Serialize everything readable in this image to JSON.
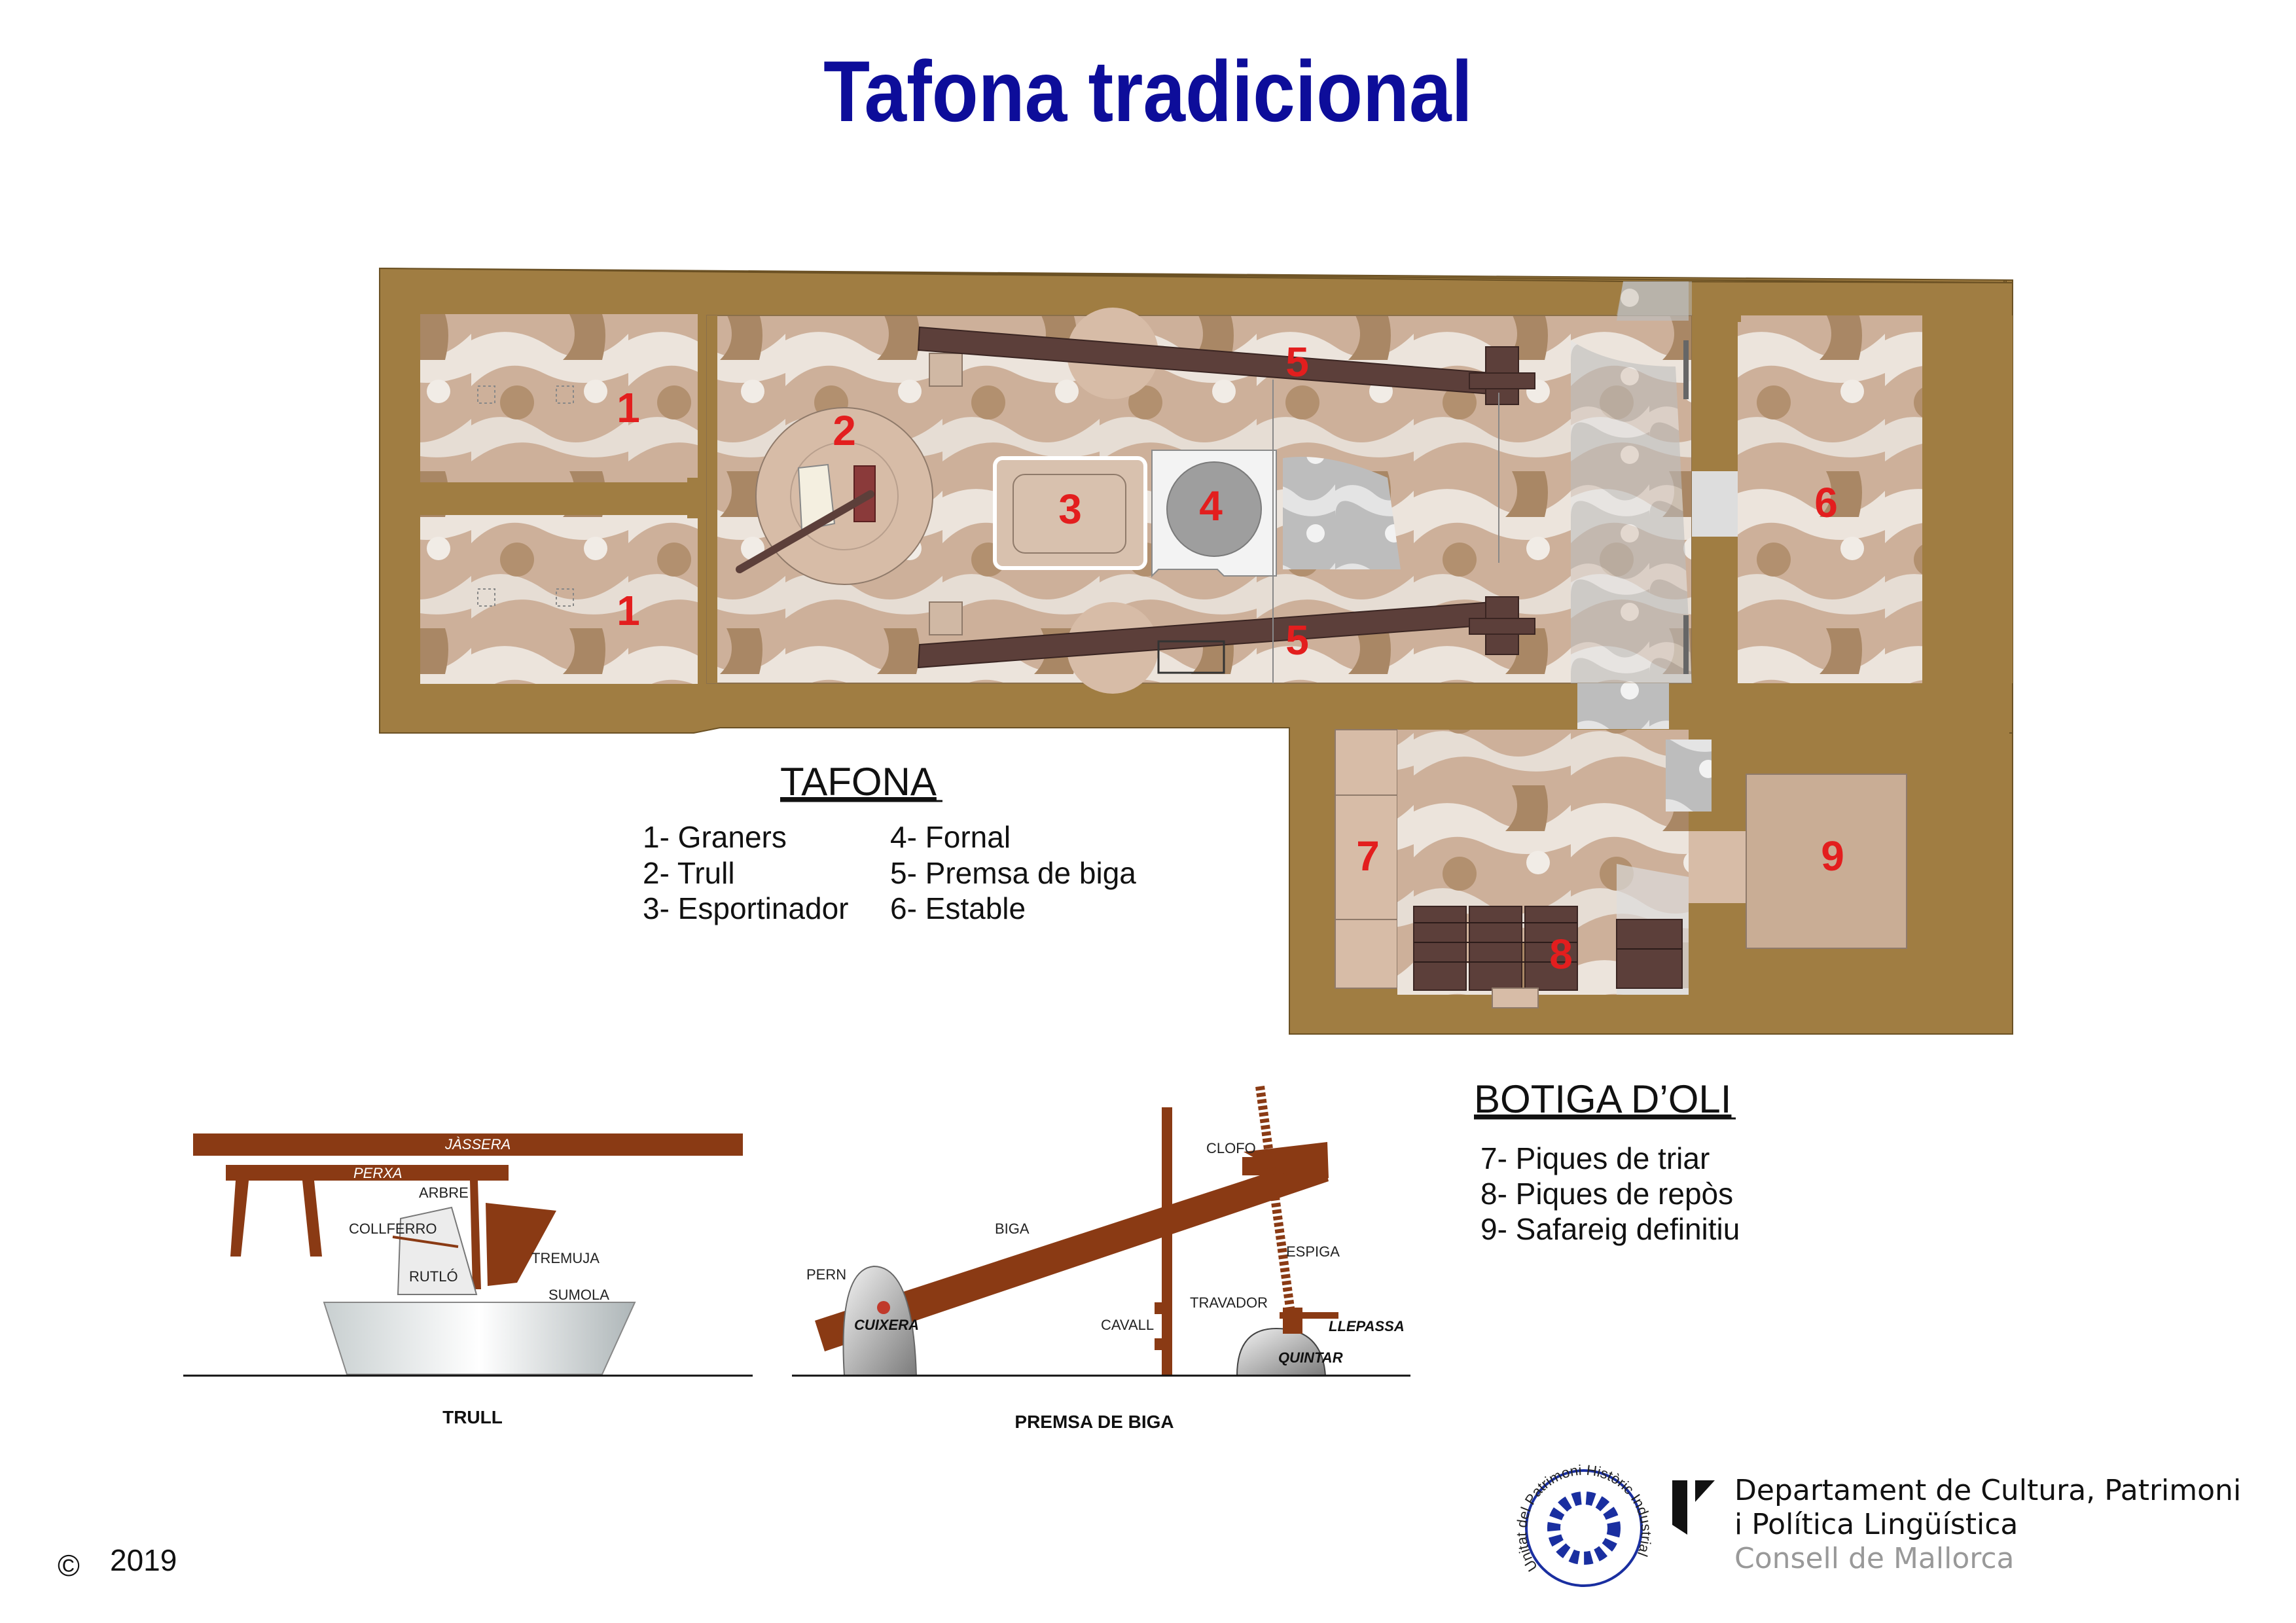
{
  "title": "Tafona tradicional",
  "rooms": {
    "n1a": "1",
    "n1b": "1",
    "n2": "2",
    "n3": "3",
    "n4": "4",
    "n5a": "5",
    "n5b": "5",
    "n6": "6",
    "n7": "7",
    "n8": "8",
    "n9": "9"
  },
  "legend_tafona": {
    "heading": "TAFONA",
    "items": [
      "1- Graners",
      "2- Trull",
      "3- Esportinador",
      "4- Fornal",
      "5- Premsa de biga",
      "6- Estable"
    ]
  },
  "legend_botiga": {
    "heading": "BOTIGA D’OLI",
    "items": [
      "7- Piques de triar",
      "8- Piques de repòs",
      "9- Safareig definitiu"
    ]
  },
  "trull": {
    "caption": "TRULL",
    "labels": {
      "jassera": "JÀSSERA",
      "perxa": "PERXA",
      "arbre": "ARBRE",
      "collferro": "COLLFERRO",
      "tremuja": "TREMUJA",
      "rutllo": "RUTLÓ",
      "sumola": "SUMOLA"
    }
  },
  "premsa": {
    "caption": "PREMSA DE BIGA",
    "labels": {
      "clofo": "CLOFO",
      "biga": "BIGA",
      "espiga": "ESPIGA",
      "pern": "PERN",
      "cuixera": "CUIXERA",
      "travador": "TRAVADOR",
      "cavall": "CAVALL",
      "llepassa": "LLEPASSA",
      "quintar": "QUINTAR"
    }
  },
  "footer": {
    "copyright_symbol": "©",
    "year": "2019",
    "seal_text": "Unitat del Patrimoni Històric Industrial",
    "dept_line1": "Departament de Cultura, Patrimoni",
    "dept_line2": "i Política Lingüística",
    "dept_line3": "Consell de Mallorca"
  },
  "colors": {
    "title": "#0d0d9a",
    "wall": "#a07d42",
    "floor": "#c9ad95",
    "beam": "#5c3f3a",
    "rust": "#8a3a14",
    "numbers": "#e31e1e"
  }
}
